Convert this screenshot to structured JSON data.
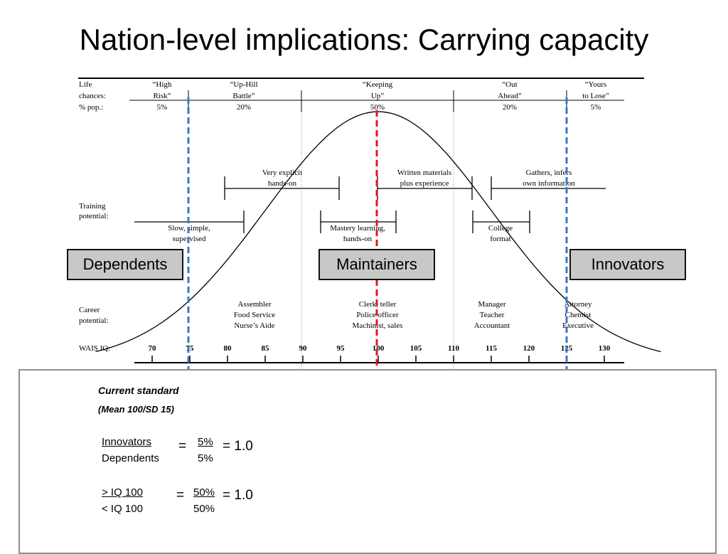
{
  "slide": {
    "title": "Nation-level implications: Carrying capacity"
  },
  "chart": {
    "row_labels": {
      "life": [
        "Life",
        "chances:",
        "% pop.:"
      ],
      "training": [
        "Training",
        "potential:"
      ],
      "career": [
        "Career",
        "potential:"
      ],
      "iq": "WAIS IQ:"
    },
    "life_chances": [
      {
        "line1": "“High",
        "line2": "Risk”",
        "pct": "5%"
      },
      {
        "line1": "“Up-Hill",
        "line2": "Battle”",
        "pct": "20%"
      },
      {
        "line1": "“Keeping",
        "line2": "Up”",
        "pct": "50%"
      },
      {
        "line1": "“Out",
        "line2": "Ahead”",
        "pct": "20%"
      },
      {
        "line1": "“Yours",
        "line2": "to Lose”",
        "pct": "5%"
      }
    ],
    "training_upper": [
      {
        "line1": "Very explicit",
        "line2": "hands-on"
      },
      {
        "line1": "Written materials",
        "line2": "plus experience"
      },
      {
        "line1": "Gathers, infers",
        "line2": "own information"
      }
    ],
    "training_lower": [
      {
        "line1": "Slow, simple,",
        "line2": "supervised"
      },
      {
        "line1": "Mastery learning,",
        "line2": "hands-on"
      },
      {
        "line1": "College",
        "line2": "format"
      }
    ],
    "careers": [
      {
        "l1": "Assembler",
        "l2": "Food Service",
        "l3": "Nurse’s Aide"
      },
      {
        "l1": "Clerk, teller",
        "l2": "Police officer",
        "l3": "Machinist, sales"
      },
      {
        "l1": "Manager",
        "l2": "Teacher",
        "l3": "Accountant"
      },
      {
        "l1": "Attorney",
        "l2": "Chemist",
        "l3": "Executive"
      }
    ],
    "iq_ticks": [
      "70",
      "75",
      "80",
      "85",
      "90",
      "95",
      "100",
      "105",
      "110",
      "115",
      "120",
      "125",
      "130"
    ],
    "groups": {
      "dependents": "Dependents",
      "maintainers": "Maintainers",
      "innovators": "Innovators"
    },
    "colors": {
      "blue_dashed": "#3a78c4",
      "red_dashed": "#e0191e",
      "box_fill": "#c8c8c8"
    }
  },
  "panel": {
    "heading": "Current standard",
    "subheading": "(Mean 100/SD 15)",
    "ratio1": {
      "num_label": "Innovators",
      "den_label": "Dependents",
      "eq": "=",
      "num_val": "5%",
      "den_val": "5%",
      "result": "= 1.0"
    },
    "ratio2": {
      "num_label": "> IQ 100",
      "den_label": "< IQ 100",
      "eq": "=",
      "num_val": "50%",
      "den_val": "50%",
      "result": "= 1.0"
    }
  }
}
